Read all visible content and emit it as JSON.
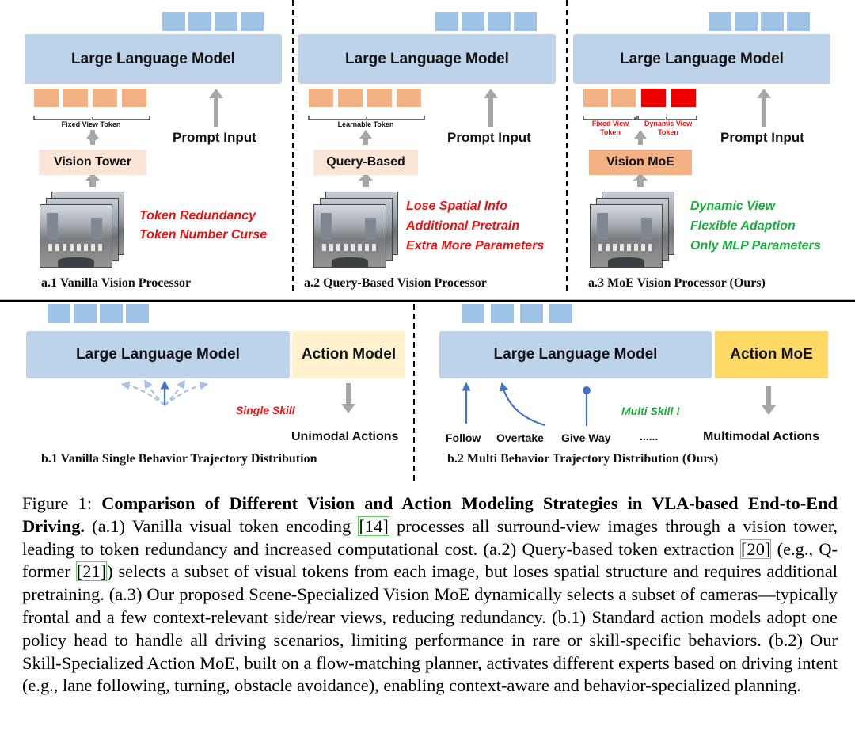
{
  "panels_a": [
    {
      "id": "a1",
      "llm_label": "Large Language Model",
      "token_label": "Fixed View Token",
      "processor_label": "Vision Tower",
      "prompt_label": "Prompt Input",
      "notes": [
        "Token Redundancy",
        "Token Number Curse"
      ],
      "caption": "a.1 Vanilla Vision Processor"
    },
    {
      "id": "a2",
      "llm_label": "Large Language Model",
      "token_label": "Learnable Token",
      "processor_label": "Query-Based",
      "prompt_label": "Prompt Input",
      "notes": [
        "Lose Spatial Info",
        "Additional Pretrain",
        "Extra More Parameters"
      ],
      "caption": "a.2 Query-Based Vision Processor"
    },
    {
      "id": "a3",
      "llm_label": "Large Language Model",
      "token_label_fixed": "Fixed View Token",
      "token_label_dynamic": "Dynamic View Token",
      "processor_label": "Vision MoE",
      "prompt_label": "Prompt Input",
      "notes": [
        "Dynamic View",
        "Flexible Adaption",
        "Only MLP Parameters"
      ],
      "caption": "a.3 MoE Vision Processor (Ours)"
    }
  ],
  "panels_b": [
    {
      "id": "b1",
      "llm_label": "Large Language Model",
      "action_label": "Action Model",
      "skill_note": "Single Skill",
      "output_label": "Unimodal Actions",
      "caption": "b.1 Vanilla Single Behavior Trajectory Distribution"
    },
    {
      "id": "b2",
      "llm_label": "Large Language Model",
      "action_label": "Action MoE",
      "skill_note": "Multi Skill !",
      "behaviors": [
        "Follow",
        "Overtake",
        "Give Way",
        "......"
      ],
      "output_label": "Multimodal Actions",
      "caption": "b.2 Multi Behavior Trajectory Distribution (Ours)"
    }
  ],
  "caption": {
    "prefix": "Figure 1: ",
    "title": "Comparison of Different Vision and Action Modeling Strategies in VLA-based End-to-End Driving.",
    "t1": " (a.1) Vanilla visual token encoding ",
    "ref1": "[14]",
    "t2": " processes all surround-view images through a vision tower, leading to token redundancy and increased computational cost. (a.2) Query-based token extraction ",
    "ref2": "[20]",
    "t3": " (e.g., Q-former ",
    "ref3": "[21]",
    "t4": ") selects a subset of visual tokens from each image, but loses spatial structure and requires additional pretraining. (a.3) Our proposed Scene-Specialized Vision MoE dynamically selects a subset of cameras—typically frontal and a few context-relevant side/rear views, reducing redundancy. (b.1) Standard action models adopt one policy head to handle all driving scenarios, limiting performance in rare or skill-specific behaviors. (b.2) Our Skill-Specialized Action MoE, built on a flow-matching planner, activates different experts based on driving intent (e.g., lane following, turning, obstacle avoidance), enabling context-aware and behavior-specialized planning."
  },
  "colors": {
    "llm": "#bcd3ea",
    "output_token": "#9dc3e6",
    "visual_token": "#f4b183",
    "dynamic_token": "#ee0000",
    "vision_tower": "#fbe5d6",
    "vision_moe": "#f4b183",
    "action_model": "#fff2cc",
    "action_moe": "#ffd966",
    "negative_text": "#ee1111",
    "positive_text": "#1cae3c",
    "arrow_gray": "#a6a6a6",
    "trajectory": "#4472c4"
  }
}
